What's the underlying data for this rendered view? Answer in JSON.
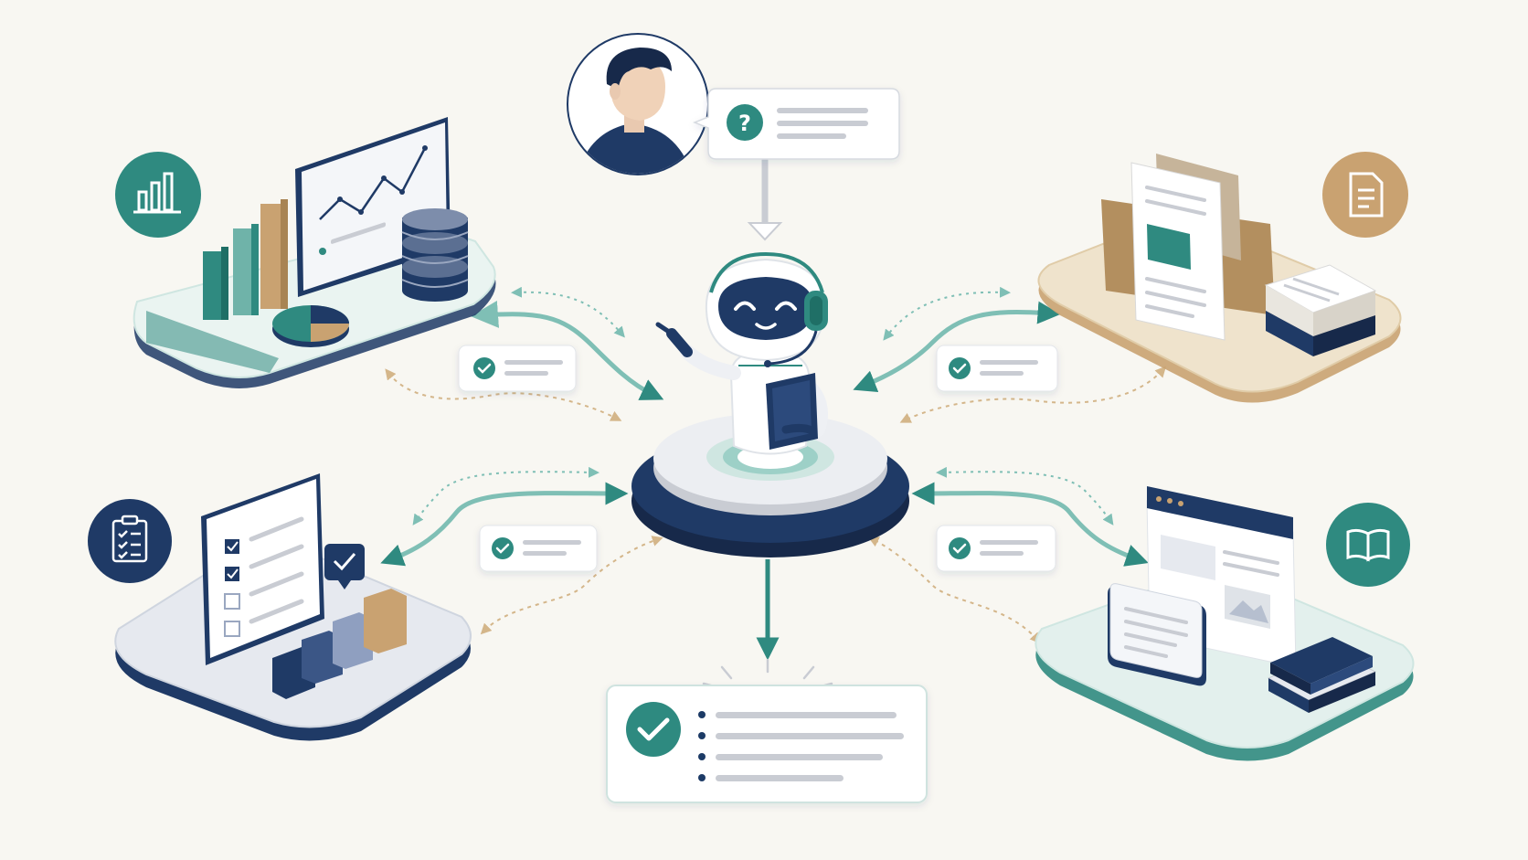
{
  "colors": {
    "background": "#f8f7f2",
    "teal": "#2f8a80",
    "teal_light": "#cfe6e1",
    "navy": "#1f3a66",
    "navy_dark": "#17294a",
    "gold": "#c9a271",
    "gold_light": "#efe3cc",
    "gray_line": "#c9ccd3",
    "card_border": "#cfe3df"
  },
  "nodes": [
    {
      "id": "analytics",
      "badge_icon": "bar-chart-icon",
      "color": "#2f8a80",
      "contents": [
        "line-chart-screen",
        "bar-columns",
        "pie-chart",
        "database-icon"
      ]
    },
    {
      "id": "documents",
      "badge_icon": "document-icon",
      "color": "#c9a271",
      "contents": [
        "file-folder",
        "document-page",
        "paper-stack"
      ]
    },
    {
      "id": "tasks",
      "badge_icon": "checklist-icon",
      "color": "#1f3a66",
      "contents": [
        "checklist-board",
        "check-badge",
        "block-columns"
      ]
    },
    {
      "id": "knowledge",
      "badge_icon": "book-icon",
      "color": "#2f8a80",
      "contents": [
        "browser-window",
        "text-card",
        "book-stack"
      ]
    }
  ],
  "center": {
    "figure": "robot-assistant",
    "accessories": [
      "headset",
      "tablet"
    ]
  },
  "user": {
    "figure": "user-avatar",
    "bubble_icon": "question-icon"
  },
  "result": {
    "icon": "check-icon",
    "lines": 4
  }
}
